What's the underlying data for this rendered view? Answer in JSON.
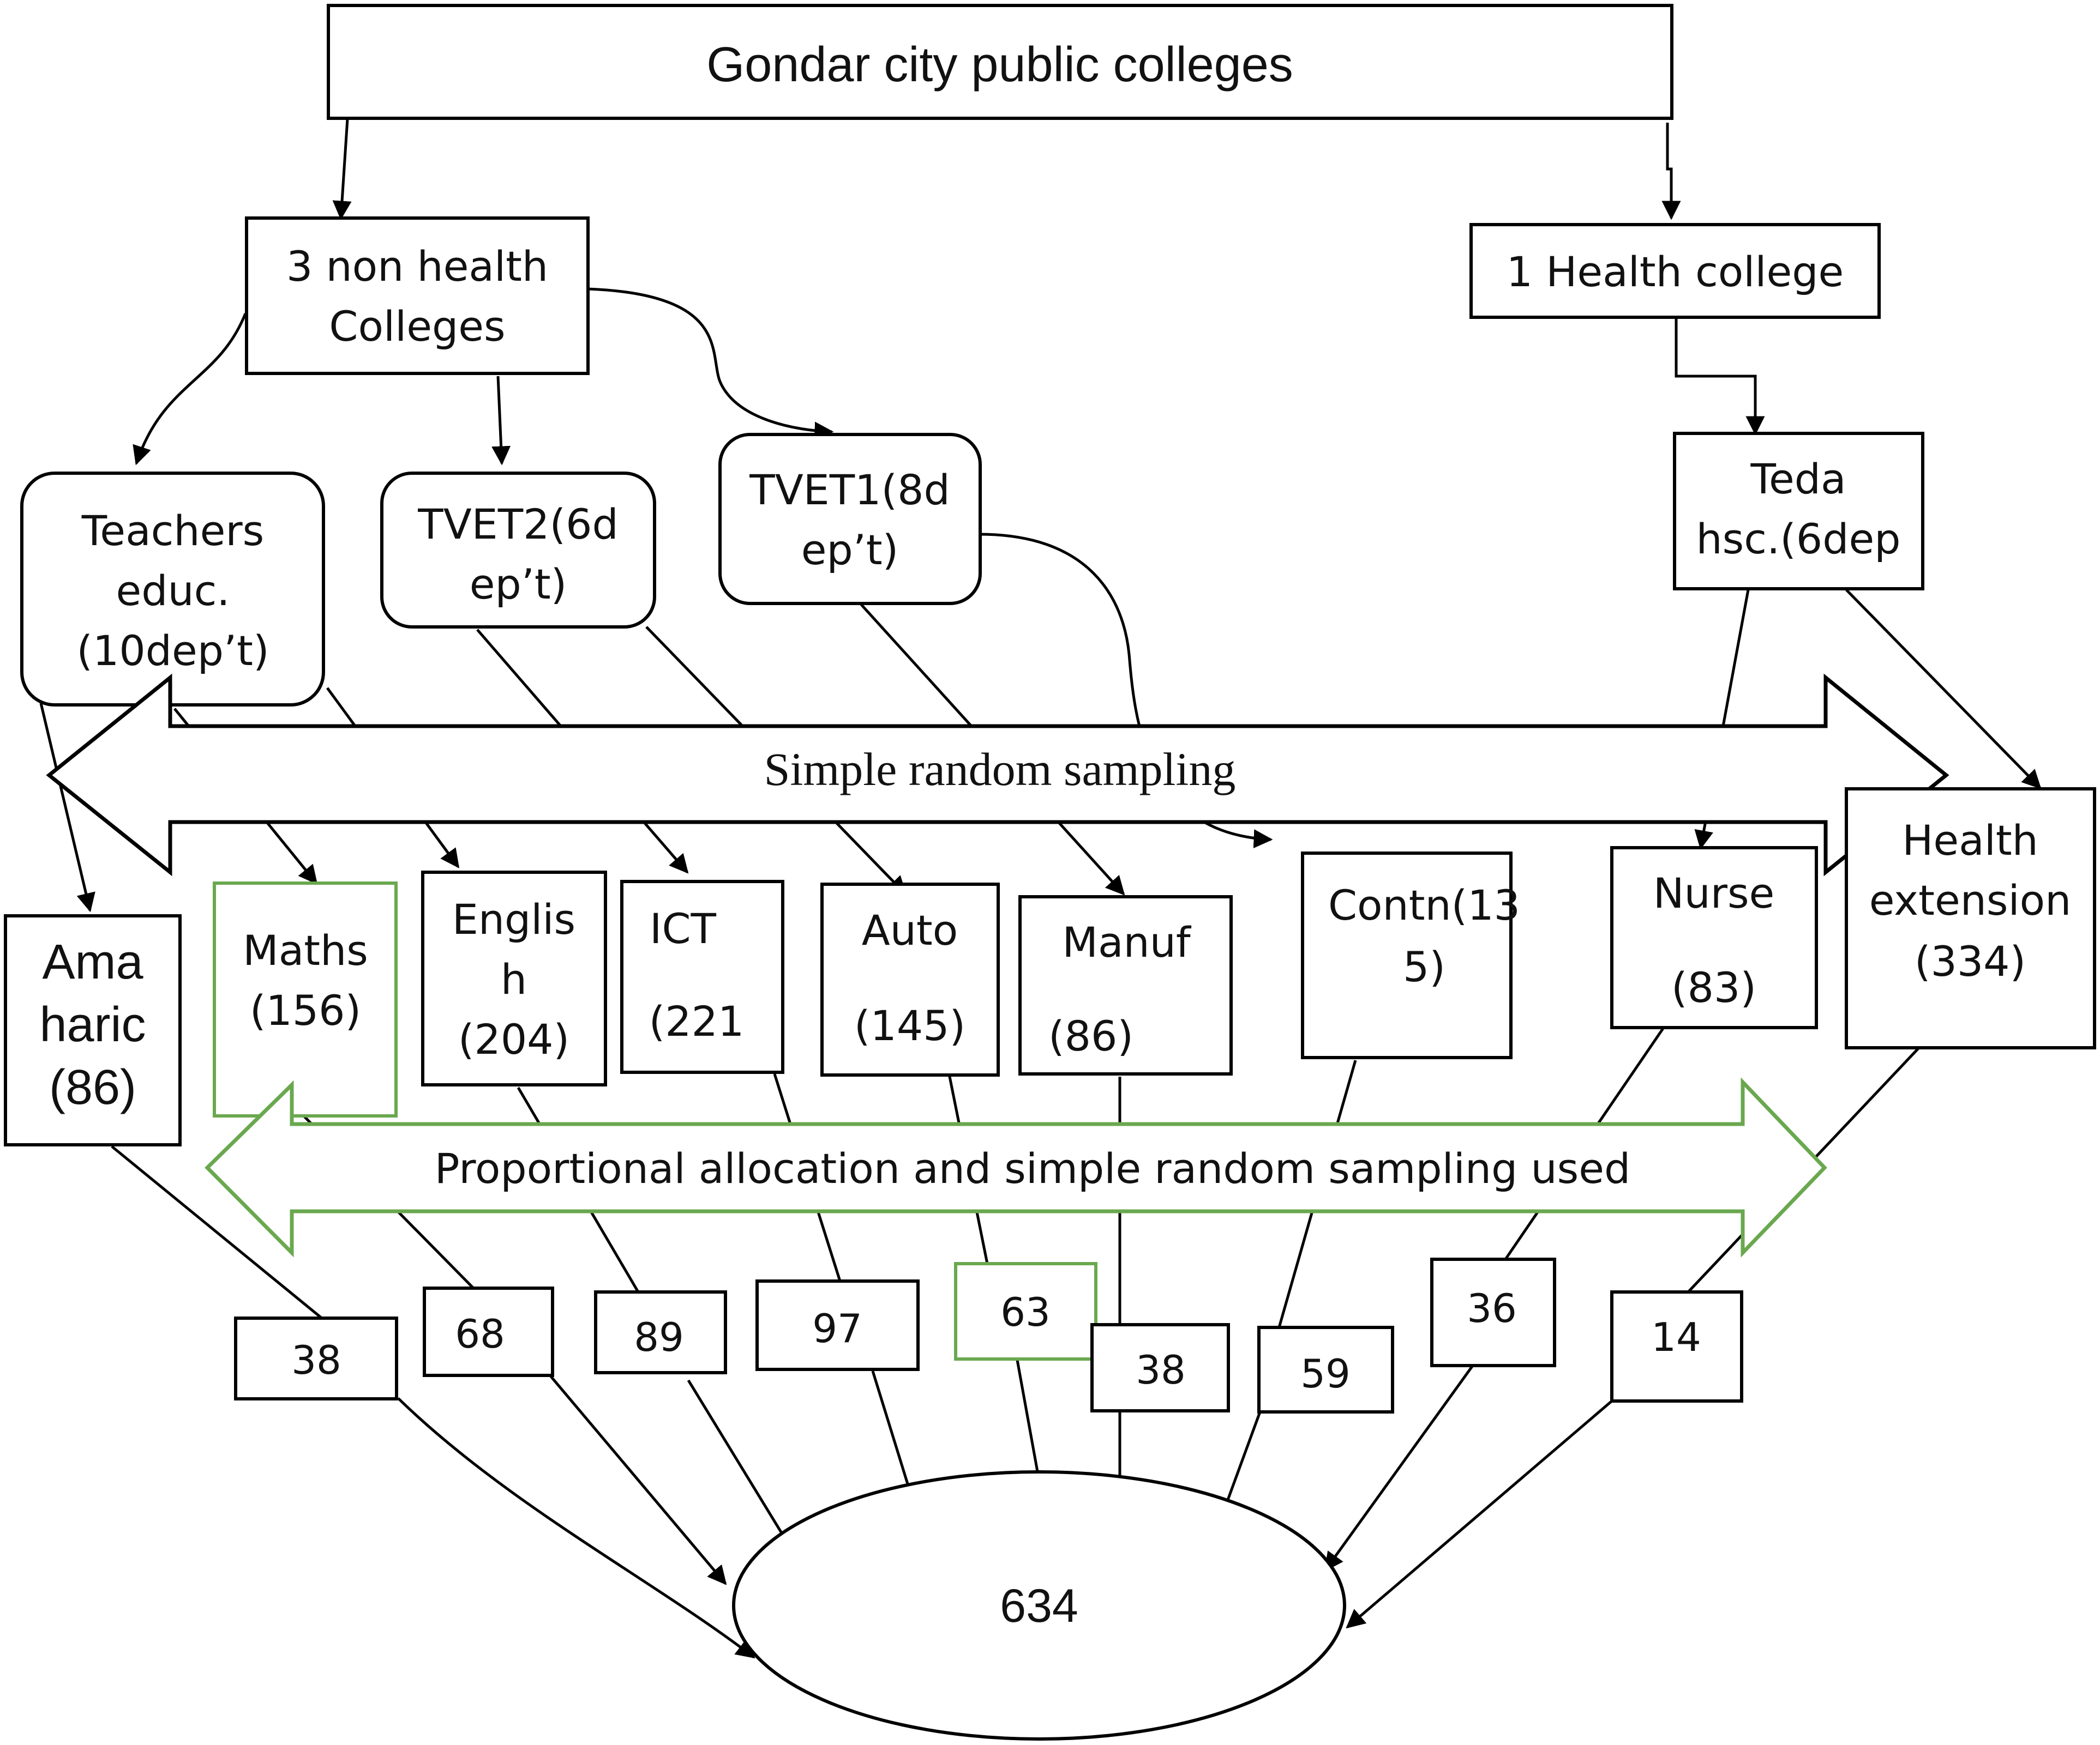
{
  "top": {
    "title": "Gondar city public colleges"
  },
  "groups": {
    "non_health": [
      "3 non health",
      "Colleges"
    ],
    "health": "1 Health college"
  },
  "colleges": {
    "teachers": [
      "Teachers",
      "educ.",
      "(10dep’t)"
    ],
    "tvet2": [
      "TVET2(6d",
      "ep’t)"
    ],
    "tvet1": [
      "TVET1(8d",
      "ep’t)"
    ],
    "teda": [
      "Teda",
      "hsc.(6dep"
    ]
  },
  "sampling": {
    "simple_random": "Simple random sampling",
    "proportional": "Proportional allocation and simple random sampling used"
  },
  "departments": {
    "amharic": [
      "Ama",
      "haric",
      "(86)"
    ],
    "maths": [
      "Maths",
      "(156)"
    ],
    "english": [
      "Englis",
      "h",
      "(204)"
    ],
    "ict": [
      "ICT",
      "(221"
    ],
    "auto": [
      "Auto",
      "(145)"
    ],
    "manuf": [
      "Manuf",
      "(86)"
    ],
    "contn": [
      "Contn(13",
      "5)"
    ],
    "nurse": [
      "Nurse",
      "(83)"
    ],
    "health_ext": [
      "Health",
      "extension",
      "(334)"
    ]
  },
  "samples": {
    "amharic": "38",
    "maths": "68",
    "english": "89",
    "ict": "97",
    "auto": "63",
    "manuf": "38",
    "contn": "59",
    "nurse": "36",
    "health_ext": "14"
  },
  "total": "634",
  "colors": {
    "green": "#6aa84f",
    "stroke": "#000000"
  }
}
